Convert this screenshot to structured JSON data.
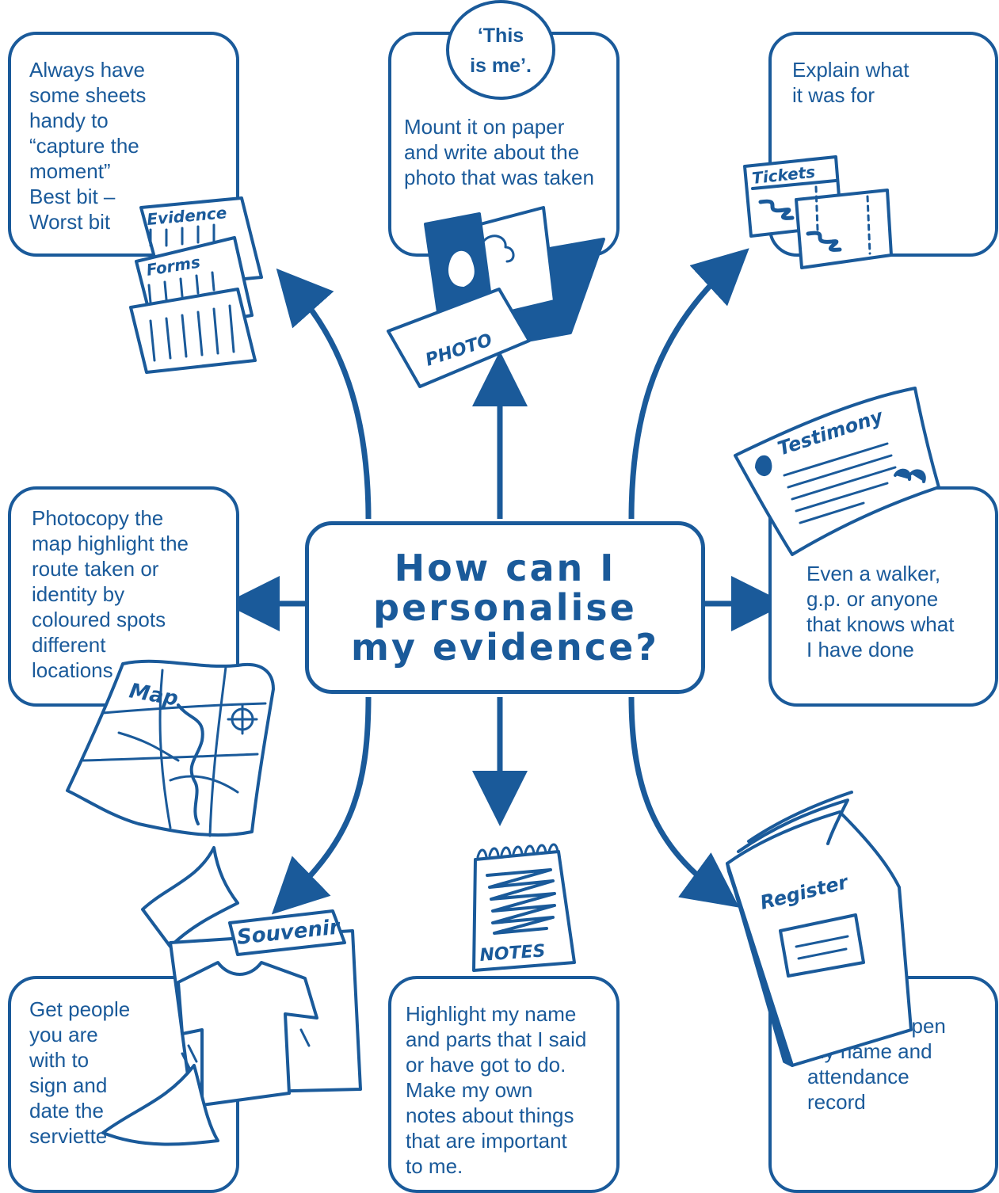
{
  "center": {
    "title": "How can I\npersonalise\nmy evidence?"
  },
  "nodes": {
    "top_left": {
      "text": "Always have\nsome sheets\nhandy to\n“capture the\nmoment”\nBest bit –\nWorst bit"
    },
    "top_center": {
      "bubble": "‘This\nis me’.",
      "text": "Mount it on paper\nand write about the\nphoto that was taken"
    },
    "top_right": {
      "text": "Explain what\nit was for"
    },
    "mid_left": {
      "text": "Photocopy the\nmap highlight the\nroute taken or\nidentity by\ncoloured spots\ndifferent\nlocations"
    },
    "mid_right": {
      "text": "Even a walker,\ng.p. or anyone\nthat knows what\nI have done"
    },
    "bottom_left": {
      "text": "Get people\nyou are\nwith to\nsign and\ndate the\nserviette"
    },
    "bottom_center": {
      "text": "Highlight my name\nand parts that I said\nor have got to do.\nMake my own\nnotes about things\nthat are important\nto me."
    },
    "bottom_right": {
      "text": "Highlighter pen\nmy name and\nattendance\nrecord"
    }
  },
  "illustrations": {
    "evidence_forms": {
      "icon": "evidence-forms-icon",
      "labels": [
        "Evidence",
        "Forms"
      ]
    },
    "photo": {
      "icon": "photo-icon",
      "label": "PHOTO"
    },
    "tickets": {
      "icon": "tickets-icon",
      "label": "Tickets"
    },
    "testimony": {
      "icon": "testimony-icon",
      "label": "Testimony"
    },
    "map": {
      "icon": "map-icon",
      "label": "Map"
    },
    "souvenir": {
      "icon": "souvenir-icon",
      "label": "Souvenir"
    },
    "notes": {
      "icon": "notepad-icon",
      "label": "NOTES"
    },
    "register": {
      "icon": "register-book-icon",
      "label": "Register"
    }
  },
  "colors": {
    "primary": "#1a5a9a",
    "background": "#ffffff"
  }
}
